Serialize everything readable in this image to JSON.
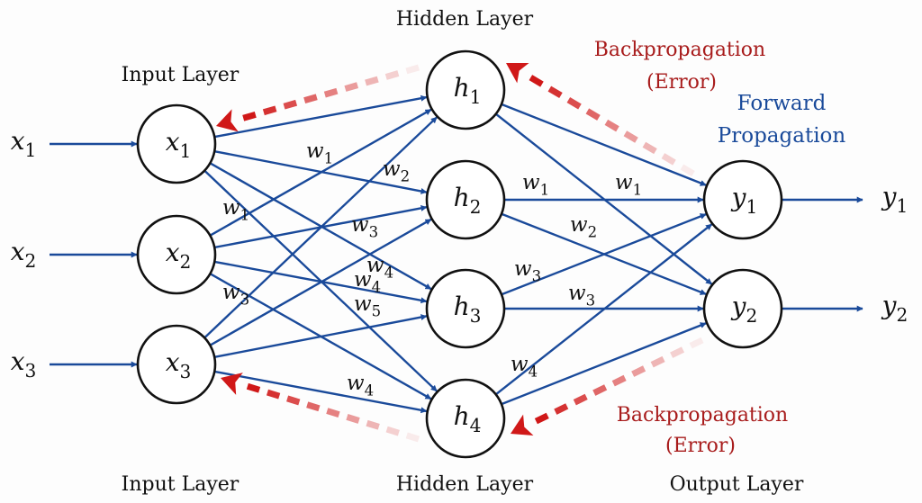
{
  "layers": {
    "input_title_top": "Input Layer",
    "hidden_title_top": "Hidden Layer",
    "input_title_bottom": "Input Layer",
    "hidden_title_bottom": "Hidden Layer",
    "output_title_bottom": "Output Layer"
  },
  "annotations": {
    "backprop_top_line1": "Backpropagation",
    "backprop_top_line2": "(Error)",
    "forward_line1": "Forward",
    "forward_line2": "Propagation",
    "backprop_bottom_line1": "Backpropagation",
    "backprop_bottom_line2": "(Error)"
  },
  "colors": {
    "forward": "#1a4a9a",
    "backprop": "#d01818",
    "backprop_text": "#a81c1c",
    "forward_text": "#1a4a9a",
    "node_stroke": "#111111"
  },
  "nodes": {
    "input": [
      {
        "var": "x",
        "sub": "1"
      },
      {
        "var": "x",
        "sub": "2"
      },
      {
        "var": "x",
        "sub": "3"
      }
    ],
    "hidden": [
      {
        "var": "h",
        "sub": "1"
      },
      {
        "var": "h",
        "sub": "2"
      },
      {
        "var": "h",
        "sub": "3"
      },
      {
        "var": "h",
        "sub": "4"
      }
    ],
    "output": [
      {
        "var": "y",
        "sub": "1"
      },
      {
        "var": "y",
        "sub": "2"
      }
    ]
  },
  "external_inputs": [
    {
      "var": "x",
      "sub": "1"
    },
    {
      "var": "x",
      "sub": "2"
    },
    {
      "var": "x",
      "sub": "3"
    }
  ],
  "external_outputs": [
    {
      "var": "y",
      "sub": "1"
    },
    {
      "var": "y",
      "sub": "2"
    }
  ],
  "weight_labels": [
    {
      "var": "w",
      "sub": "1",
      "between": "input-hidden"
    },
    {
      "var": "w",
      "sub": "2",
      "between": "input-hidden"
    },
    {
      "var": "w",
      "sub": "1",
      "between": "input-hidden"
    },
    {
      "var": "w",
      "sub": "3",
      "between": "input-hidden"
    },
    {
      "var": "w",
      "sub": "4",
      "between": "input-hidden"
    },
    {
      "var": "w",
      "sub": "4",
      "between": "input-hidden"
    },
    {
      "var": "w",
      "sub": "3",
      "between": "input-hidden"
    },
    {
      "var": "w",
      "sub": "5",
      "between": "input-hidden"
    },
    {
      "var": "w",
      "sub": "4",
      "between": "input-hidden"
    },
    {
      "var": "w",
      "sub": "1",
      "between": "hidden-output"
    },
    {
      "var": "w",
      "sub": "1",
      "between": "hidden-output"
    },
    {
      "var": "w",
      "sub": "2",
      "between": "hidden-output"
    },
    {
      "var": "w",
      "sub": "3",
      "between": "hidden-output"
    },
    {
      "var": "w",
      "sub": "3",
      "between": "hidden-output"
    },
    {
      "var": "w",
      "sub": "4",
      "between": "hidden-output"
    }
  ]
}
